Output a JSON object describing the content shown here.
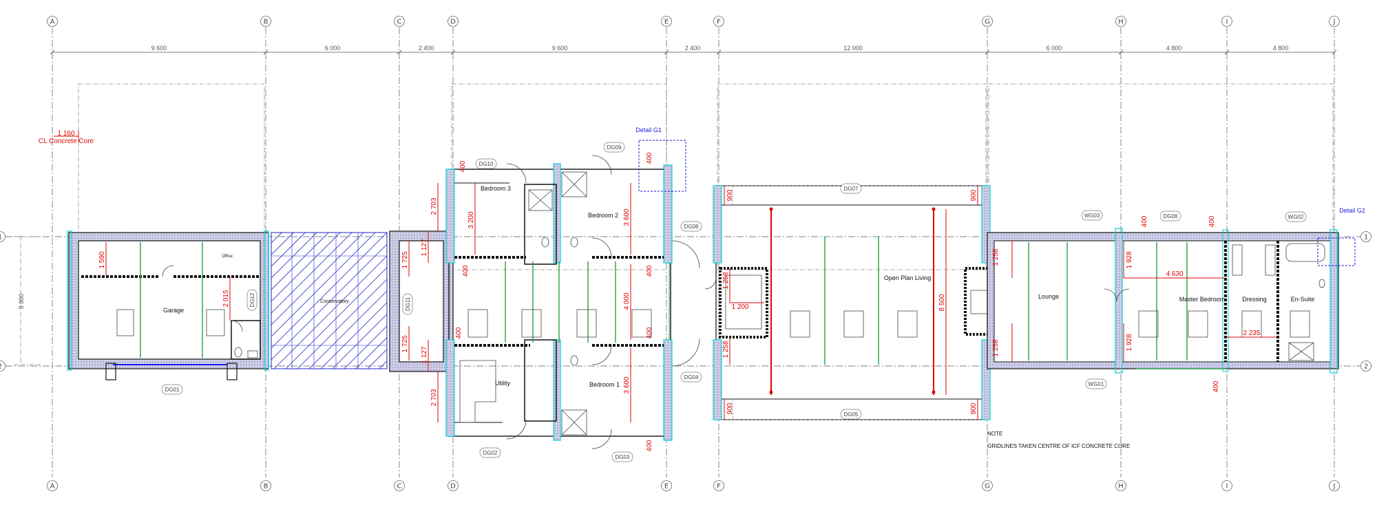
{
  "gridlines": {
    "columns": [
      "A",
      "B",
      "C",
      "D",
      "E",
      "F",
      "G",
      "H",
      "I",
      "J"
    ],
    "rows": [
      "1",
      "2"
    ]
  },
  "column_dimensions": [
    "9 600",
    "6 000",
    "2 400",
    "9 600",
    "2 400",
    "12 000",
    "6 000",
    "4 800",
    "4 800"
  ],
  "row_dimension": "5 800",
  "annotations": {
    "core_offset": "1 160",
    "core_label": "CL Concrete Core"
  },
  "rooms": [
    "Garage",
    "Office",
    "Conservatory",
    "Bedroom 3",
    "Bedroom 2",
    "Utility",
    "Bedroom 1",
    "Open Plan Living",
    "Lounge",
    "Master Bedroom",
    "Dressing",
    "En-Suite"
  ],
  "openings": [
    "DG01",
    "DG02",
    "DG03",
    "DG04",
    "DG05",
    "DG06",
    "DG07",
    "DG08",
    "DG09",
    "DG10",
    "DG11",
    "DG12",
    "WG01",
    "WG02",
    "WG03"
  ],
  "details": [
    "Detail G1",
    "Detail G2"
  ],
  "red_dimensions": {
    "d1590": "1 590",
    "d2015": "2 015",
    "d2703a": "2 703",
    "d3200": "3 200",
    "d1127a": "1 127",
    "d1725a": "1 725",
    "d1725b": "1 725",
    "d1127b": "1 127",
    "d2703b": "2 703",
    "d3600a": "3 600",
    "d4000": "4 000",
    "d3600b": "3 600",
    "d400a": "400",
    "d400b": "400",
    "d400c": "400",
    "d400d": "400",
    "d400e": "400",
    "d400f": "400",
    "d400g": "400",
    "d400h": "400",
    "d400i": "400",
    "d400j": "400",
    "d900a": "900",
    "d900b": "900",
    "d900c": "900",
    "d900d": "900",
    "d1258a": "1 258",
    "d1258b": "1 258",
    "d1258c": "1 258",
    "d1258d": "1 258",
    "d1200": "1 200",
    "d8500": "8 500",
    "d1928a": "1 928",
    "d1928b": "1 928",
    "d4630": "4 630",
    "d2235": "2 235"
  },
  "note": {
    "title": "NOTE",
    "text": "GRIDLINES TAKEN CENTRE OF ICF CONCRETE CORE"
  },
  "colors": {
    "gridline": "#555555",
    "dimension": "#e00000",
    "detail": "#1a1adf",
    "hatch": "#2222cc",
    "wall_core": "#00d0d8",
    "wall": "#111111"
  }
}
